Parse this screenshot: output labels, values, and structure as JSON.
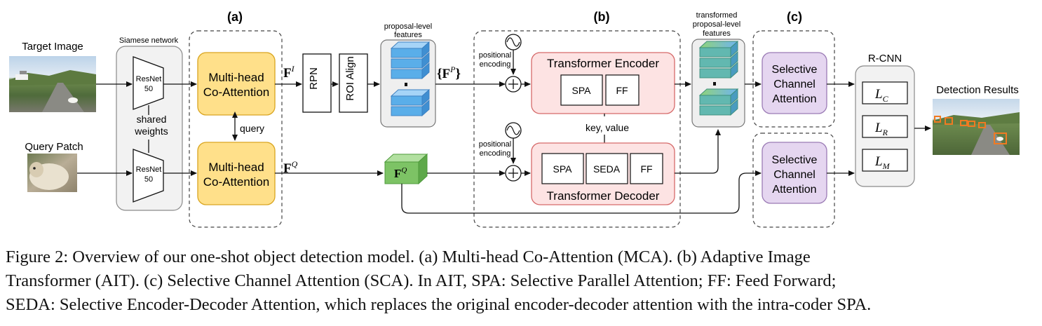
{
  "figure": {
    "sections": {
      "a": "(a)",
      "b": "(b)",
      "c": "(c)"
    },
    "inputs": {
      "target_label": "Target Image",
      "query_label": "Query Patch"
    },
    "siamese": {
      "label": "Siamese network",
      "resnet_line1": "ResNet",
      "resnet_line2": "50",
      "shared_line1": "shared",
      "shared_line2": "weights"
    },
    "mca": {
      "line1": "Multi-head",
      "line2": "Co-Attention",
      "query_arrow": "query"
    },
    "features": {
      "fi_base": "F",
      "fi_sup": "I",
      "fq_base": "F",
      "fq_sup": "Q",
      "fp_text": "{F",
      "fp_sup": "P",
      "fp_close": "}",
      "cube_base": "F",
      "cube_sup": "Q"
    },
    "rpn": "RPN",
    "roi_align": "ROI Align",
    "proposal": {
      "line1": "proposal-level",
      "line2": "features"
    },
    "pos_enc": {
      "line1": "positional",
      "line2": "encoding"
    },
    "encoder": {
      "title": "Transformer Encoder",
      "spa": "SPA",
      "ff": "FF"
    },
    "decoder": {
      "title": "Transformer Decoder",
      "spa": "SPA",
      "seda": "SEDA",
      "ff": "FF"
    },
    "key_value": "key, value",
    "transformed": {
      "line1": "transformed",
      "line2": "proposal-level",
      "line3": "features"
    },
    "sca": {
      "line1": "Selective",
      "line2": "Channel",
      "line3": "Attention"
    },
    "rcnn": {
      "label": "R-CNN",
      "lc_base": "L",
      "lc_sub": "C",
      "lr_base": "L",
      "lr_sub": "R",
      "lm_base": "L",
      "lm_sub": "M"
    },
    "output": "Detection Results"
  },
  "caption": {
    "line1": "Figure 2:   Overview of our one-shot object detection model.  (a) Multi-head Co-Attention (MCA). (b) Adaptive Image",
    "line2": "Transformer (AIT). (c) Selective Channel Attention (SCA). In AIT, SPA: Selective Parallel Attention; FF: Feed Forward;",
    "line3": "SEDA: Selective Encoder-Decoder Attention, which replaces the original encoder-decoder attention with the intra-coder SPA."
  },
  "colors": {
    "mca_fill": "#ffe08a",
    "mca_stroke": "#d9a520",
    "transformer_fill": "#fde3e3",
    "transformer_stroke": "#d66a6a",
    "sca_fill": "#e5d6f0",
    "sca_stroke": "#9b7bb5",
    "cube_blue": "#5aaee9",
    "cube_green": "#7dc365"
  }
}
